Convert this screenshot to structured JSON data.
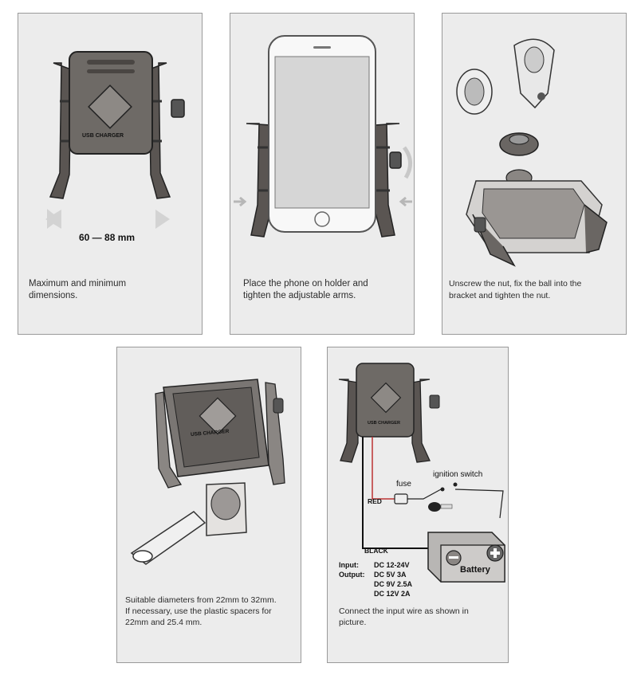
{
  "panels": [
    {
      "caption": "Maximum and minimum\ndimensions.",
      "dimension_label": "60 — 88 mm",
      "device_label": "USB CHARGER"
    },
    {
      "caption": "Place the phone on holder and\ntighten the adjustable arms."
    },
    {
      "caption": "Unscrew the nut, fix the ball into the\nbracket and tighten the nut."
    },
    {
      "caption": "Suitable diameters from 22mm to 32mm.\nIf necessary, use the plastic spacers for\n22mm and 25.4 mm.",
      "device_label": "USB CHARGER"
    },
    {
      "caption": "Connect the input wire as shown in\npicture.",
      "device_label": "USB CHARGER",
      "labels": {
        "fuse": "fuse",
        "ignition": "ignition switch",
        "red": "RED",
        "black": "BLACK",
        "battery": "Battery",
        "input_key": "Input:",
        "input_val": "DC 12-24V",
        "output_key": "Output:",
        "output_vals": [
          "DC 5V 3A",
          "DC 9V 2.5A",
          "DC 12V 2A"
        ]
      }
    }
  ]
}
